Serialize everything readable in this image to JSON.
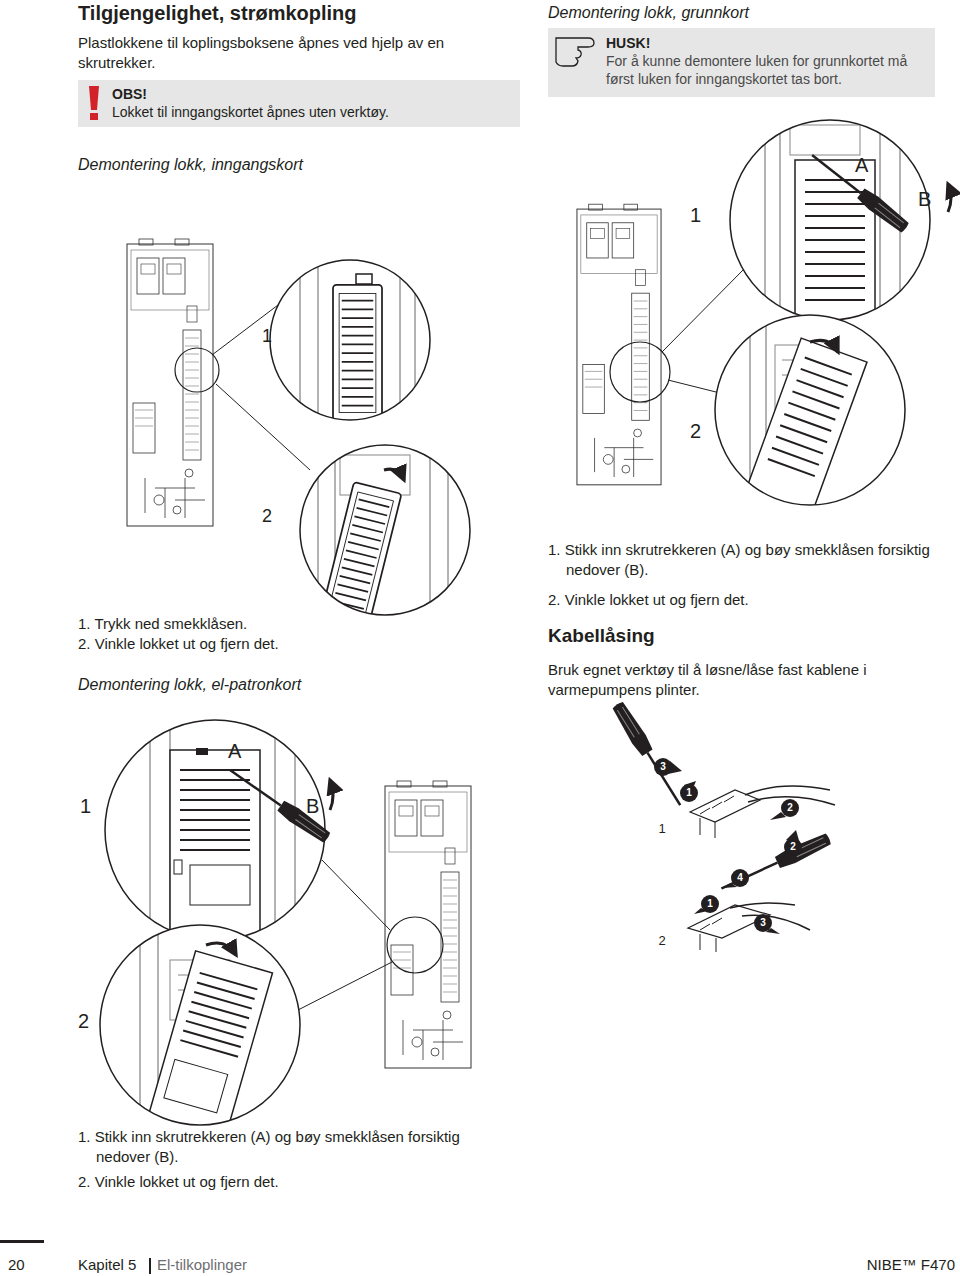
{
  "diagram": {
    "title": "Tilgjengelighet, strømkopling",
    "nodes": [
      {
        "text": [
          "OBS!",
          "Lokket til inngangskortet åpnes uten verktøy."
        ]
      },
      {
        "text": [
          "HUSK!",
          "For å kunne demontere luken for grunnkortet må først luken for inngangskortet tas bort."
        ]
      }
    ],
    "labels": [
      "Plastlokkene til koplingsboksene åpnes ved hjelp av en skrutrekker.",
      "Demontering lokk, inngangskort",
      "1",
      "2",
      "1. Trykk ned smekklåsen.",
      "2. Vinkle lokket ut og fjern det.",
      "Demontering lokk, el-patronkort",
      "A",
      "1",
      "B",
      "2",
      "1. Stikk inn skrutrekkeren (A) og bøy smekklåsen forsiktig nedover (B).",
      "2. Vinkle lokket ut og fjern det.",
      "Demontering lokk, grunnkort",
      "A",
      "1",
      "B",
      "2",
      "1. Stikk inn skrutrekkeren (A) og bøy smekklåsen forsiktig nedover (B).",
      "2. Vinkle lokket ut og fjern det.",
      "Kabellåsing",
      "Bruk egnet verktøy til å løsne/låse fast kablene i varmepumpens plinter.",
      "3",
      "1",
      "2",
      "1",
      "2",
      "4",
      "1",
      "3",
      "2",
      "20",
      "Kapitel 5",
      "El-tilkoplinger",
      "NIBE™ F470"
    ]
  }
}
